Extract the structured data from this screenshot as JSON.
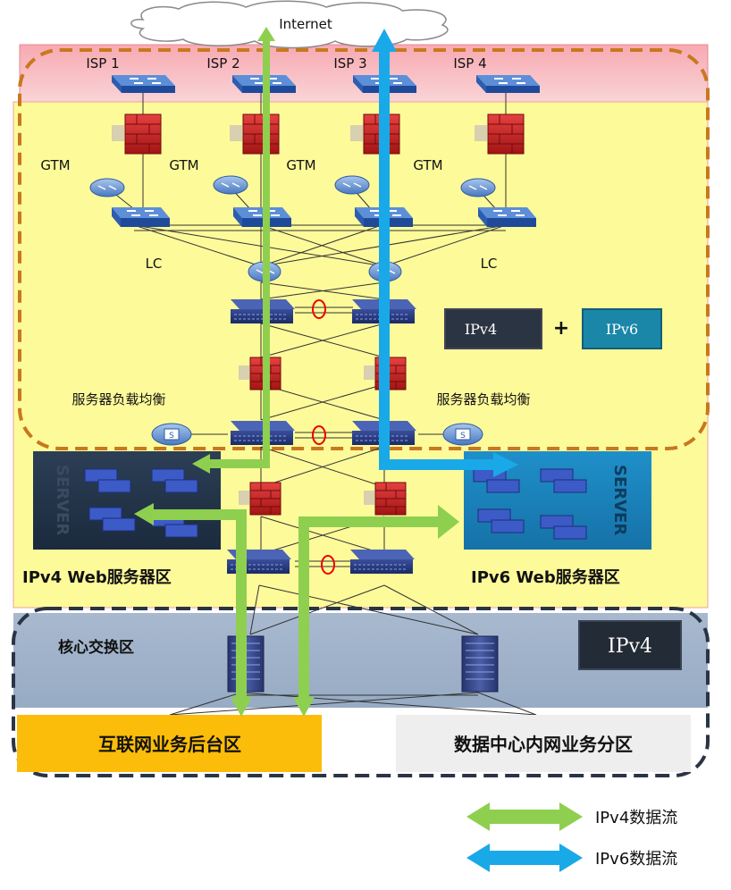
{
  "internet": "Internet",
  "isps": [
    "ISP 1",
    "ISP 2",
    "ISP 3",
    "ISP 4"
  ],
  "gtm_label": "GTM",
  "lc_label": "LC",
  "slb_label": "服务器负载均衡",
  "server_word": "SERVER",
  "ipv4_zone": "IPv4 Web服务器区",
  "ipv6_zone": "IPv6 Web服务器区",
  "core_zone": "核心交换区",
  "backend_zone": "互联网业务后台区",
  "dc_zone": "数据中心内网业务分区",
  "tag_ipv4": "IPv4",
  "tag_plus": "+",
  "tag_ipv6": "IPv6",
  "legend": {
    "ipv4_flow": "IPv4数据流",
    "ipv6_flow": "IPv6数据流"
  },
  "colors": {
    "ipv4_flow": "#8fcf4f",
    "ipv6_flow": "#1aa9e8",
    "dashed_orange": "#c8781e",
    "yellow_zone": "#fdfa9a",
    "isp_band": "#f5a6ae",
    "core_band": "#9fb2c9",
    "backend_zone": "#fbbd0a",
    "dc_zone": "#eeeeee"
  }
}
